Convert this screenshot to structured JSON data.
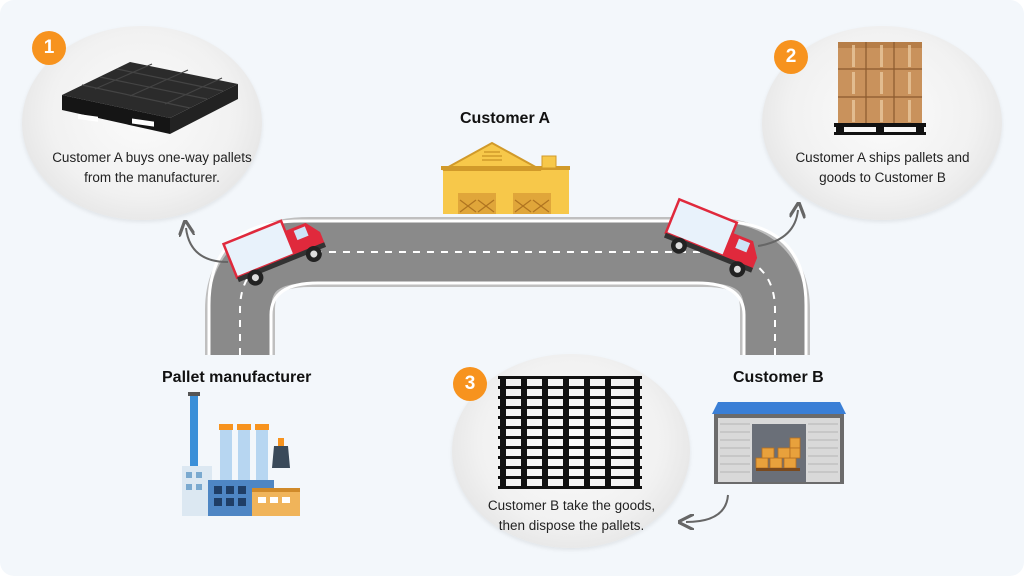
{
  "steps": [
    {
      "number": "1",
      "text": "Customer A buys one-way pallets from the manufacturer."
    },
    {
      "number": "2",
      "text": "Customer A ships pallets and goods to Customer B"
    },
    {
      "number": "3",
      "text": "Customer B take the goods, then dispose the pallets."
    }
  ],
  "locations": {
    "customer_a": "Customer A",
    "customer_b": "Customer B",
    "manufacturer": "Pallet manufacturer"
  },
  "colors": {
    "badge": "#f7931e",
    "road": "#8c8c8c",
    "truck_red": "#e0293c",
    "warehouse_yellow": "#f7c84a",
    "roof_blue": "#3a7fd6"
  }
}
